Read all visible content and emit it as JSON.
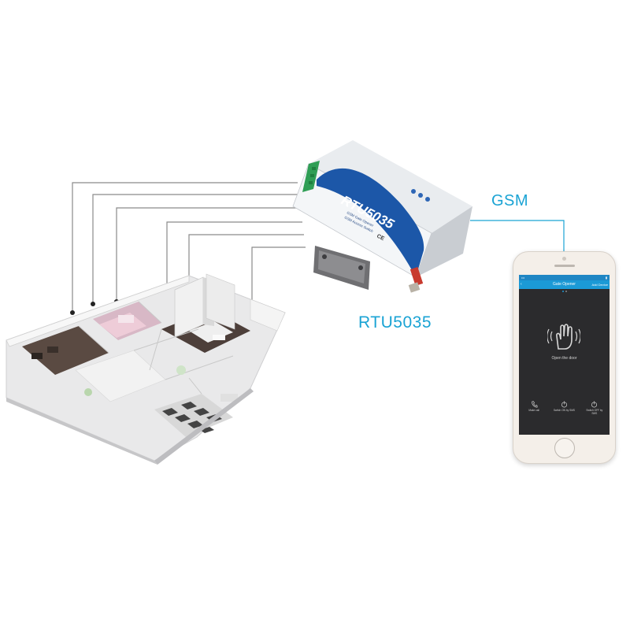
{
  "labels": {
    "gsm": "GSM",
    "rtu": "RTU5035"
  },
  "device": {
    "model": "RTU5035",
    "subtitle_1": "GSM Gate Opener",
    "subtitle_2": "GSM Access Switch",
    "mark": "CE"
  },
  "phone_app": {
    "status_left": "•••",
    "status_right": "▮",
    "back": "‹",
    "title": "Gate Opener",
    "add_device": "Add Device",
    "center_text": "Open the door",
    "actions": [
      {
        "label": "Make call"
      },
      {
        "label": "Switch ON by SMS"
      },
      {
        "label": "Switch OFF by SMS"
      }
    ]
  },
  "colors": {
    "accent": "#1aa3d4",
    "device_blue": "#1c57a8",
    "app_bar": "#1b9ad6",
    "app_bg": "#2b2b2d",
    "wire": "#8a8a8a"
  }
}
